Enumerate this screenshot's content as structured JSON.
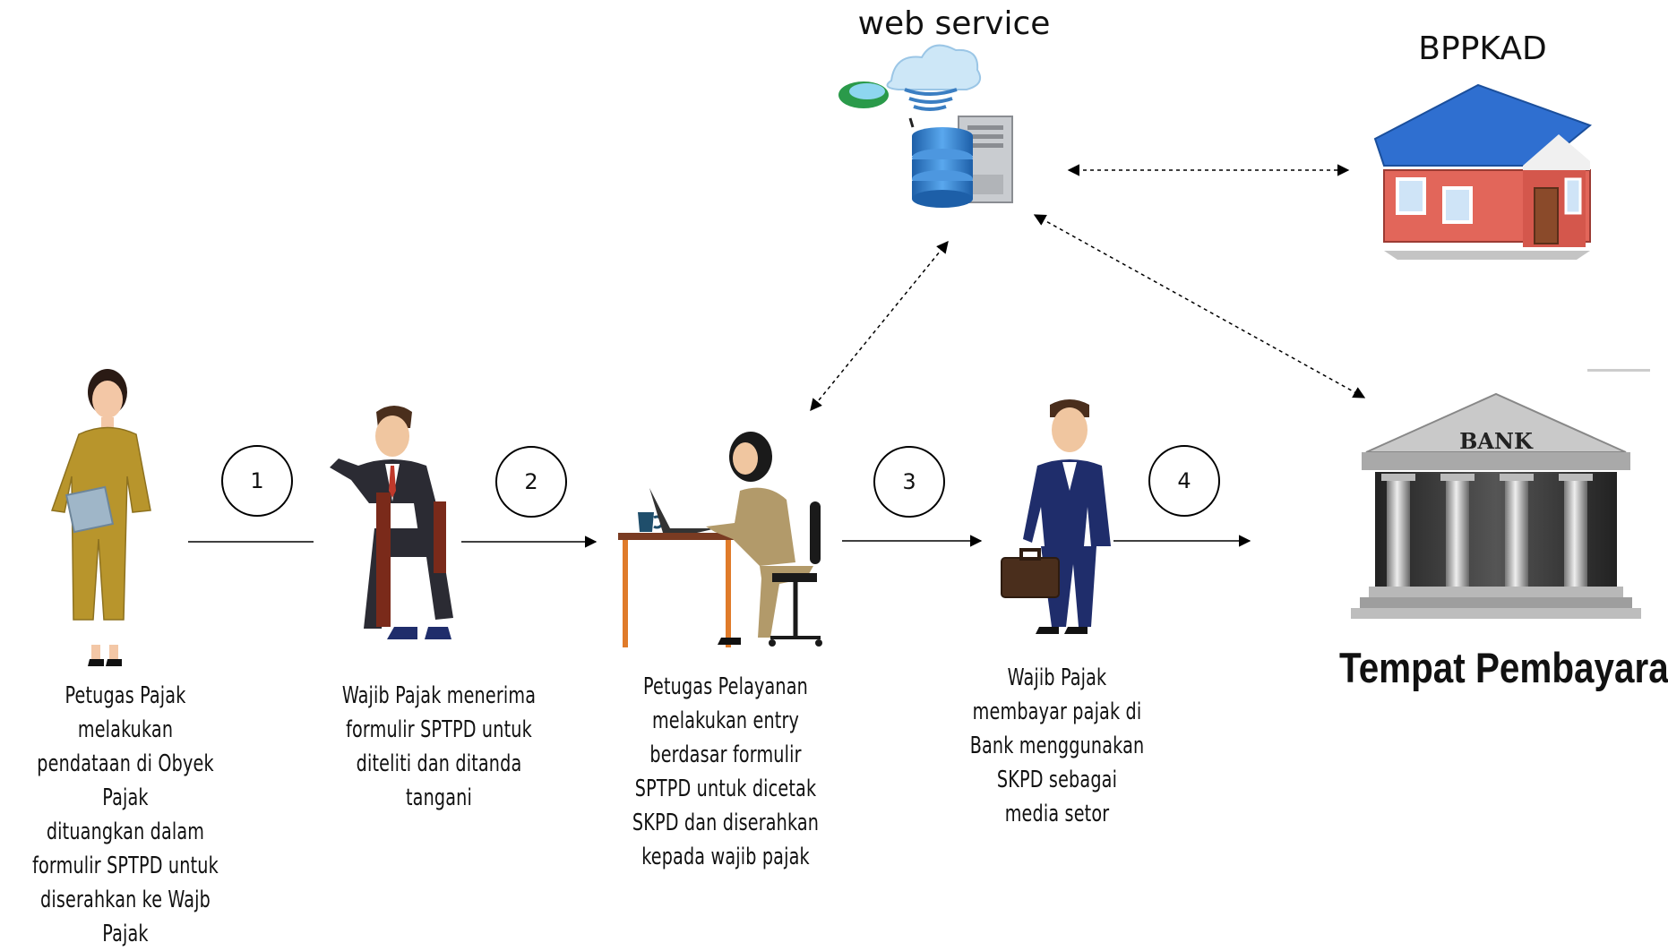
{
  "title": "",
  "labels": {
    "web_service": "web service",
    "bppkad": "BPPKAD",
    "bank_sign": "BANK",
    "payment_place": "Tempat Pembayaran"
  },
  "steps": [
    "1",
    "2",
    "3",
    "4"
  ],
  "captions": {
    "officer": [
      "Petugas Pajak melakukan",
      "pendataan di Obyek Pajak",
      "dituangkan dalam",
      "formulir SPTPD untuk",
      "diserahkan ke Wajb Pajak"
    ],
    "taxpayer_receive": [
      "Wajib Pajak menerima",
      "formulir SPTPD untuk",
      "diteliti dan ditanda",
      "tangani"
    ],
    "service_officer": [
      "Petugas Pelayanan",
      "melakukan entry",
      "berdasar formulir",
      "SPTPD untuk dicetak",
      "SKPD dan diserahkan",
      "kepada wajib pajak"
    ],
    "taxpayer_pay": [
      "Wajib Pajak",
      "membayar pajak di",
      "Bank menggunakan",
      "SKPD sebagai",
      "media setor"
    ]
  },
  "icons": {
    "officer": "female-officer-icon",
    "taxpayer_seated": "seated-businessman-icon",
    "service_desk": "woman-at-desk-icon",
    "taxpayer_walking": "businessman-briefcase-icon",
    "server": "cloud-server-icon",
    "office": "house-icon",
    "bank": "bank-building-icon"
  },
  "colors": {
    "uniform": "#b8952c",
    "roof": "#2f6fd0",
    "wall": "#e2665a",
    "suit": "#2b2b33",
    "bank_stone": "#b8b8b8"
  }
}
